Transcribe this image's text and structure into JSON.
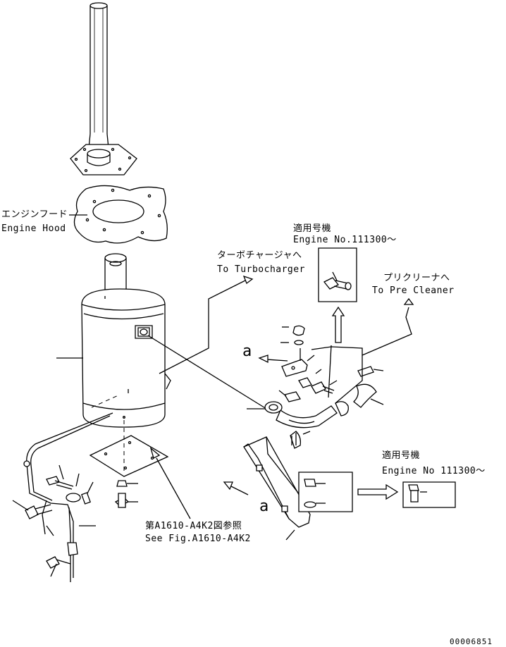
{
  "labels": {
    "engine_hood_jp": "エンジンフード",
    "engine_hood_en": "Engine Hood",
    "turbo_jp": "ターボチャージャへ",
    "turbo_en": "To Turbocharger",
    "applicable_1_jp": "適用号機",
    "applicable_1_en": "Engine No.111300～",
    "pre_cleaner_jp": "プリクリーナへ",
    "pre_cleaner_en": "To Pre Cleaner",
    "ref_a_1": "a",
    "ref_a_2": "a",
    "applicable_2_jp": "適用号機",
    "applicable_2_en": "Engine No 111300～",
    "see_fig_jp": "第A1610-A4K2図参照",
    "see_fig_en": "See Fig.A1610-A4K2",
    "drawing_number": "00006851"
  }
}
